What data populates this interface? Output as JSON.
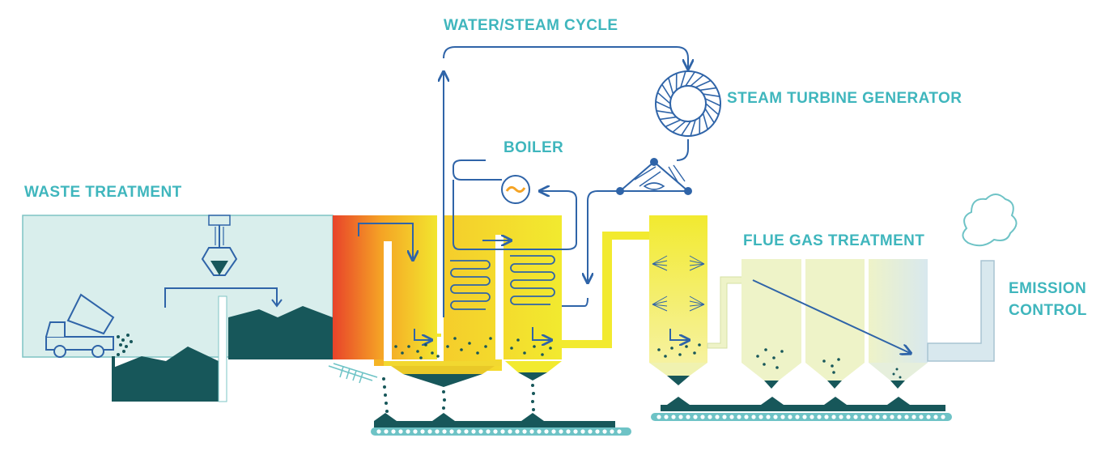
{
  "labels": {
    "water_steam_cycle": "WATER/STEAM CYCLE",
    "steam_turbine_generator": "STEAM TURBINE GENERATOR",
    "boiler": "BOILER",
    "waste_treatment": "WASTE TREATMENT",
    "flue_gas_treatment": "FLUE GAS TREATMENT",
    "emission_control_line1": "EMISSION",
    "emission_control_line2": "CONTROL"
  },
  "colors": {
    "label": "#3fb6bd",
    "pipe": "#2f64a8",
    "dark_material": "#17575a",
    "pit_fill": "#d9eeec",
    "furnace_hot": "#e8432a",
    "furnace_mid": "#f5a425",
    "boiler_yellow": "#f2ea2f",
    "flue_pale": "#eef3c8",
    "conveyor": "#6ec3c6"
  },
  "icons": [
    "truck-icon",
    "crane-grab-icon",
    "turbine-icon",
    "generator-icon",
    "smoke-cloud-icon"
  ]
}
